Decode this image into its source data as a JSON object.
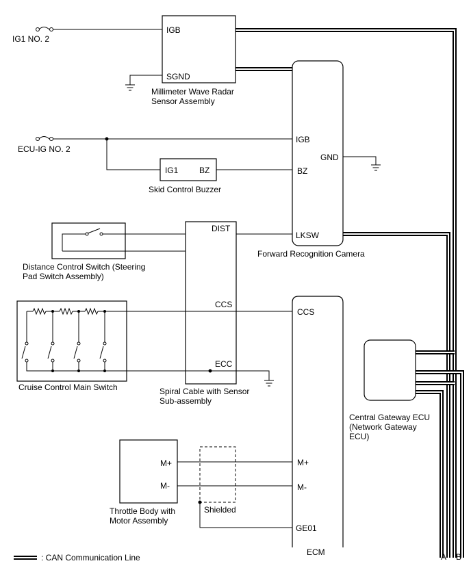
{
  "sources": {
    "ig1": "IG1 NO. 2",
    "ecu_ig": "ECU-IG NO. 2"
  },
  "radar": {
    "pin_igb": "IGB",
    "pin_sgnd": "SGND",
    "label_line1": "Millimeter Wave Radar",
    "label_line2": "Sensor Assembly"
  },
  "buzzer": {
    "pin_ig1": "IG1",
    "pin_bz": "BZ",
    "label": "Skid Control Buzzer"
  },
  "camera": {
    "pin_igb": "IGB",
    "pin_gnd": "GND",
    "pin_bz": "BZ",
    "pin_lksw": "LKSW",
    "label": "Forward Recognition Camera"
  },
  "distance_switch": {
    "label_line1": "Distance Control Switch (Steering",
    "label_line2": "Pad Switch Assembly)"
  },
  "spiral": {
    "pin_dist": "DIST",
    "pin_ccs": "CCS",
    "pin_ecc": "ECC",
    "label_line1": "Spiral Cable with Sensor",
    "label_line2": "Sub-assembly"
  },
  "cruise_switch": {
    "label": "Cruise Control Main Switch"
  },
  "ecm": {
    "pin_ccs": "CCS",
    "pin_mplus": "M+",
    "pin_mminus": "M-",
    "pin_ge01": "GE01",
    "label": "ECM"
  },
  "gateway": {
    "label_line1": "Central Gateway ECU",
    "label_line2": "(Network Gateway",
    "label_line3": "ECU)"
  },
  "throttle": {
    "pin_mplus": "M+",
    "pin_mminus": "M-",
    "label_line1": "Throttle Body with",
    "label_line2": "Motor Assembly"
  },
  "shield": {
    "label": "Shielded"
  },
  "connectors": {
    "a": "A",
    "b": "B"
  },
  "legend": {
    "label": ": CAN Communication Line"
  }
}
